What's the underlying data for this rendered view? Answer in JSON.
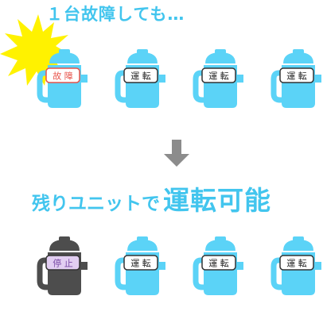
{
  "header": {
    "scenario_text": "１台故障しても…"
  },
  "result": {
    "prefix_text": "残りユニットで",
    "emphasis_text": "運転可能"
  },
  "top_row": [
    {
      "status": "故 障",
      "state": "failed"
    },
    {
      "status": "運 転",
      "state": "running"
    },
    {
      "status": "運 転",
      "state": "running"
    },
    {
      "status": "運 転",
      "state": "running"
    }
  ],
  "bottom_row": [
    {
      "status": "停 止",
      "state": "stopped"
    },
    {
      "status": "運 転",
      "state": "running"
    },
    {
      "status": "運 転",
      "state": "running"
    },
    {
      "status": "運 転",
      "state": "running"
    }
  ],
  "colors": {
    "unit_running": "#5bd3f7",
    "unit_stopped": "#4d4d4d",
    "title": "#42c5ee",
    "arrow": "#8c8c8c",
    "burst": "#fff200",
    "label_failed_text": "#e8534a",
    "label_failed_border": "#e8534a",
    "label_stopped_bg": "#e2cef2",
    "label_stopped_text": "#7a4aa6"
  }
}
